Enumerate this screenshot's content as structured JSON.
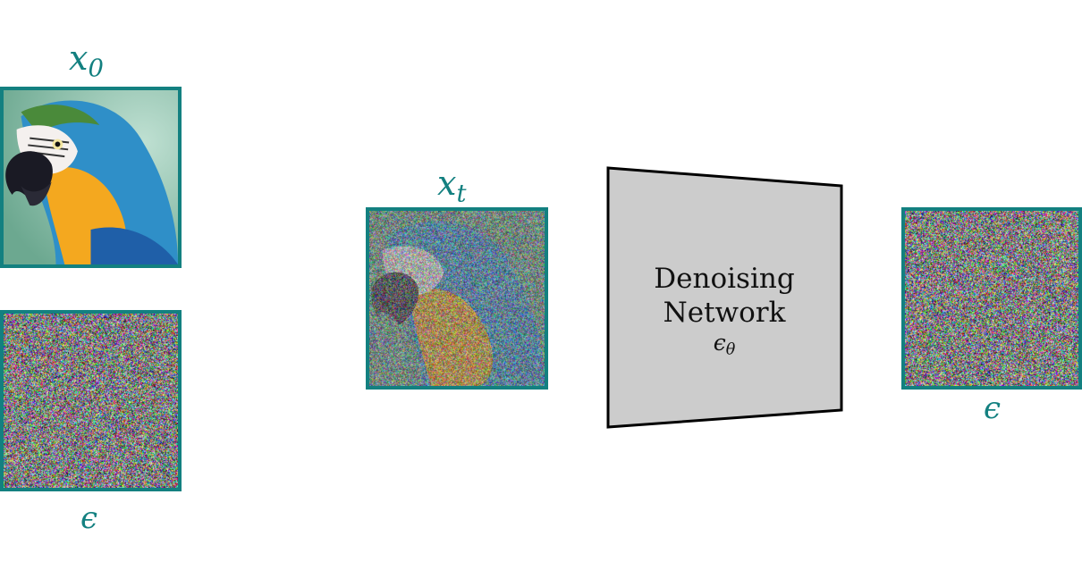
{
  "labels": {
    "x0": "x",
    "x0_sub": "0",
    "xt": "x",
    "xt_sub": "t",
    "eps_left": "ϵ",
    "eps_right": "ϵ"
  },
  "network": {
    "line1": "Denoising",
    "line2": "Network",
    "symbol": "ϵ",
    "symbol_sub": "θ"
  },
  "colors": {
    "accent": "#138080",
    "network_fill": "#cccccc",
    "network_stroke": "#000000"
  },
  "icons": {
    "x0_image": "parrot-image",
    "xt_image": "noisy-parrot-image",
    "noise_image": "gaussian-noise-image"
  }
}
